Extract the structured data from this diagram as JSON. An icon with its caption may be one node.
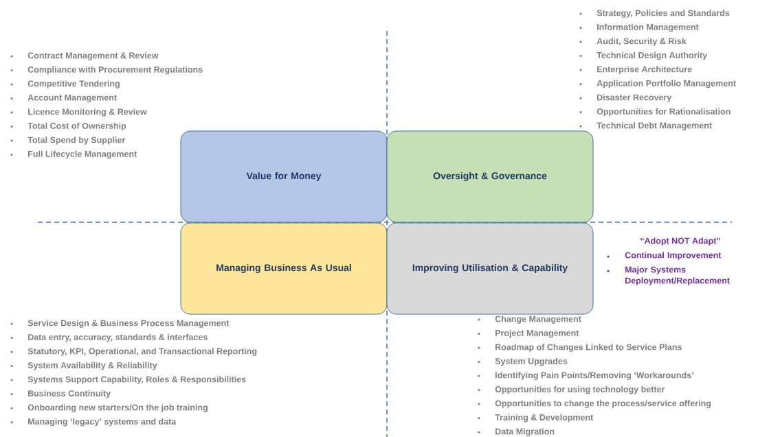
{
  "diagram": {
    "nodes": [
      {
        "text": [
          "Value for Money"
        ]
      },
      {
        "text": [
          "Oversight & Governance"
        ]
      },
      {
        "text": [
          "Managing Business As Usual"
        ]
      },
      {
        "text": [
          "Improving Utilisation & Capability"
        ]
      }
    ],
    "labels": [
      "Contract Management & Review",
      "Compliance with Procurement Regulations",
      "Competitive Tendering",
      "Account Management",
      "Licence Monitoring & Review",
      "Total Cost of Ownership",
      "Total Spend by Supplier",
      "Full Lifecycle Management",
      "Strategy, Policies and Standards",
      "Information Management",
      "Audit, Security & Risk",
      "Technical Design Authority",
      "Enterprise Architecture",
      "Application Portfolio Management",
      "Disaster Recovery",
      "Opportunities for Rationalisation",
      "Technical Debt Management",
      "“Adopt NOT Adapt”",
      "Continual Improvement",
      "Major Systems Deployment/Replacement",
      "Service Design & Business Process Management",
      "Data entry, accuracy, standards & interfaces",
      "Statutory, KPI, Operational, and Transactional Reporting",
      "System Availability & Reliability",
      "Systems Support Capability, Roles & Responsibilities",
      "Business Continuity",
      "Onboarding new starters/On the job training",
      "Managing ‘legacy’ systems and data",
      "Change Management",
      "Project Management",
      "Roadmap of Changes Linked to Service Plans",
      "System Upgrades",
      "Identifying Pain Points/Removing ‘Workarounds’",
      "Opportunities for using technology better",
      "Opportunities to change the process/service offering",
      "Training & Development",
      "Data Migration"
    ]
  }
}
